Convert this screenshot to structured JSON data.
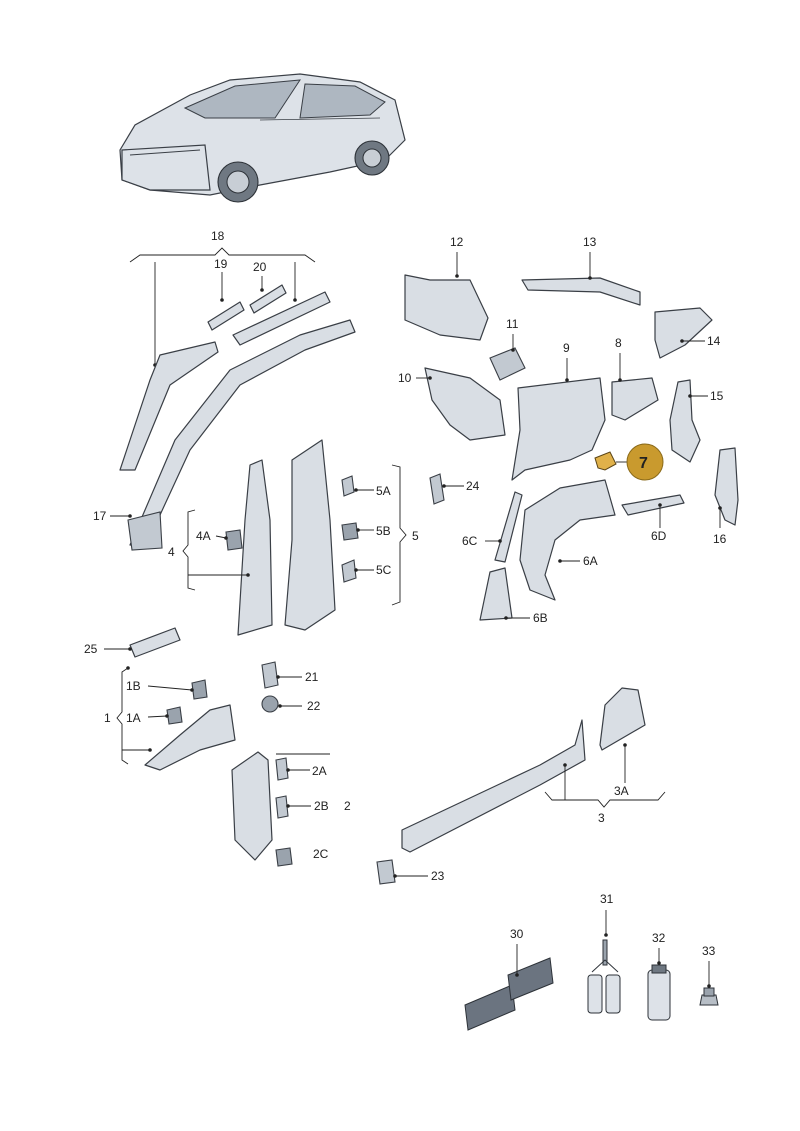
{
  "callouts": {
    "c1": "1",
    "c1A": "1A",
    "c1B": "1B",
    "c2": "2",
    "c2A": "2A",
    "c2B": "2B",
    "c2C": "2C",
    "c3": "3",
    "c3A": "3A",
    "c4": "4",
    "c4A": "4A",
    "c5": "5",
    "c5A": "5A",
    "c5B": "5B",
    "c5C": "5C",
    "c6A": "6A",
    "c6B": "6B",
    "c6C": "6C",
    "c6D": "6D",
    "c7": "7",
    "c8": "8",
    "c9": "9",
    "c10": "10",
    "c11": "11",
    "c12": "12",
    "c13": "13",
    "c14": "14",
    "c15": "15",
    "c16": "16",
    "c17": "17",
    "c18": "18",
    "c19": "19",
    "c20": "20",
    "c21": "21",
    "c22": "22",
    "c23": "23",
    "c24": "24",
    "c25": "25",
    "c30": "30",
    "c31": "31",
    "c32": "32",
    "c33": "33"
  },
  "highlight": {
    "part": "7",
    "color": "#c99a2e"
  }
}
